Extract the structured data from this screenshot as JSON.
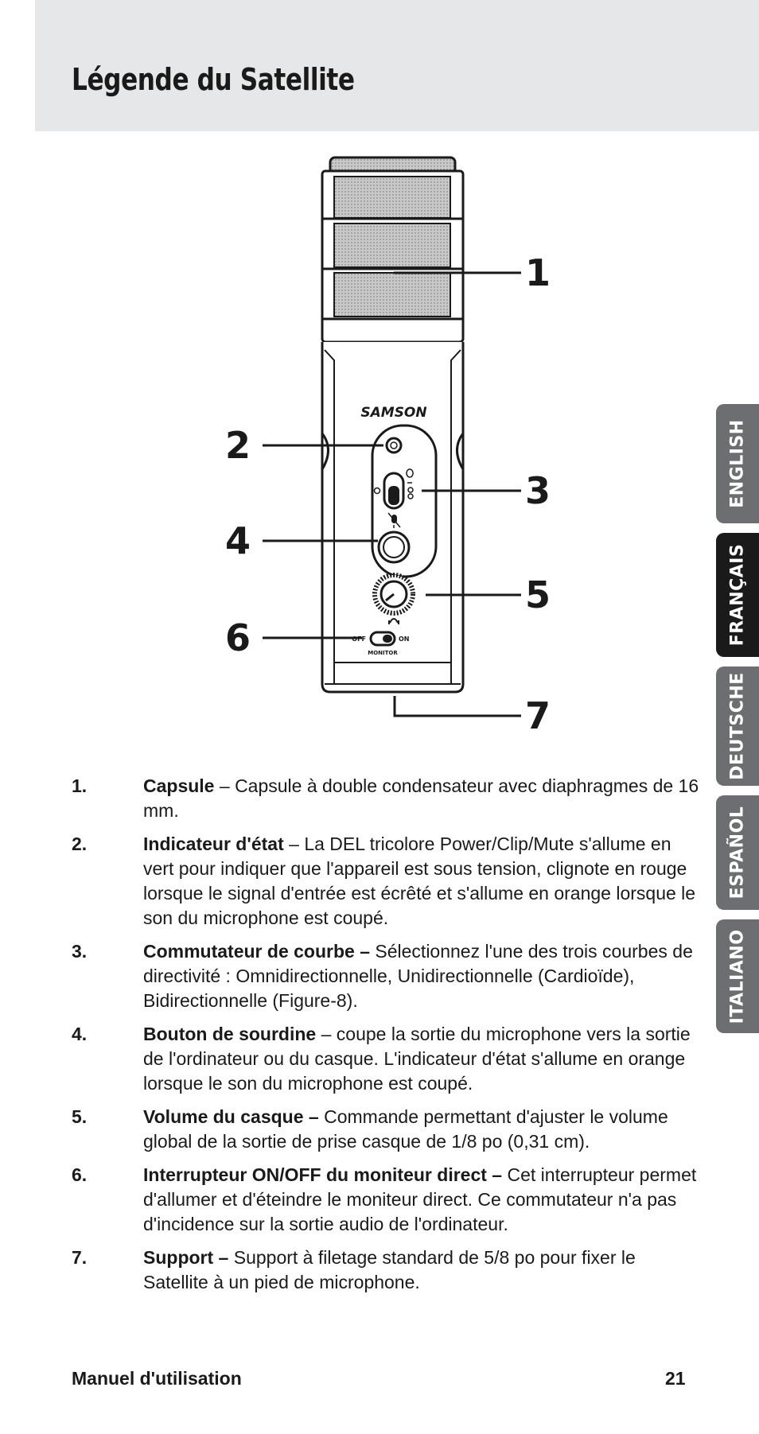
{
  "header": {
    "title": "Légende du Satellite"
  },
  "diagram": {
    "brand": "SAMSON",
    "callouts": [
      "1",
      "2",
      "3",
      "4",
      "5",
      "6",
      "7"
    ],
    "switch_off": "OFF",
    "switch_on": "ON",
    "switch_caption": "MONITOR"
  },
  "language_tabs": [
    {
      "label": "ENGLISH",
      "active": false
    },
    {
      "label": "FRANÇAIS",
      "active": true
    },
    {
      "label": "DEUTSCHE",
      "active": false
    },
    {
      "label": "ESPAÑOL",
      "active": false
    },
    {
      "label": "ITALIANO",
      "active": false
    }
  ],
  "legend": [
    {
      "num": "1.",
      "term": "Capsule",
      "sep": " – ",
      "desc": "Capsule à double condensateur avec diaphragmes de 16 mm."
    },
    {
      "num": "2.",
      "term": "Indicateur d'état",
      "sep": " – ",
      "desc": "La DEL tricolore Power/Clip/Mute s'allume en vert pour indiquer que l'appareil est sous tension, clignote en rouge lorsque le signal d'entrée est écrêté et s'allume en orange lorsque le son du microphone est coupé."
    },
    {
      "num": "3.",
      "term": "Commutateur de courbe –",
      "sep": " ",
      "desc": "Sélectionnez l'une des trois courbes de directivité : Omnidirectionnelle, Unidirectionnelle (Cardioïde), Bidirectionnelle (Figure-8)."
    },
    {
      "num": "4.",
      "term": "Bouton de sourdine",
      "sep": " – ",
      "desc": "coupe la sortie du microphone vers la sortie de l'ordinateur ou du casque. L'indicateur d'état s'allume en orange lorsque le son du microphone est coupé."
    },
    {
      "num": "5.",
      "term": "Volume du casque –",
      "sep": " ",
      "desc": "Commande permettant d'ajuster le volume global de la sortie de prise casque de 1/8 po (0,31 cm)."
    },
    {
      "num": "6.",
      "term": "Interrupteur ON/OFF du moniteur direct –",
      "sep": " ",
      "desc": "Cet interrupteur permet d'allumer et d'éteindre le moniteur direct. Ce commutateur n'a pas d'incidence sur la sortie audio de l'ordinateur."
    },
    {
      "num": "7.",
      "term": "Support –",
      "sep": " ",
      "desc": "Support à filetage standard de 5/8 po pour fixer le Satellite à un pied de microphone."
    }
  ],
  "footer": {
    "label": "Manuel d'utilisation",
    "page": "21"
  }
}
